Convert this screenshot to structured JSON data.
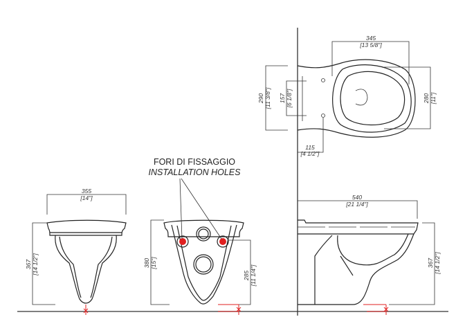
{
  "callout": {
    "line1": "FORI DI FISSAGGIO",
    "line2": "INSTALLATION HOLES"
  },
  "top_view": {
    "width": {
      "mm": "345",
      "in": "[13 5/8\"]"
    },
    "depth": {
      "mm": "290",
      "in": "[11 3/8\"]"
    },
    "holes_spacing": {
      "mm": "157",
      "in": "[6 1/8\"]"
    },
    "seat_width": {
      "mm": "280",
      "in": "[11\"]"
    },
    "hole_offset": {
      "mm": "115",
      "in": "[4 1/2\"]"
    }
  },
  "front_view": {
    "width": {
      "mm": "355",
      "in": "[14\"]"
    },
    "height": {
      "mm": "367",
      "in": "[14 1/2\"]"
    }
  },
  "rear_view": {
    "height": {
      "mm": "380",
      "in": "[15\"]"
    },
    "holes_height": {
      "mm": "285",
      "in": "[11 1/4\"]"
    }
  },
  "side_view": {
    "length": {
      "mm": "540",
      "in": "[21 1/4\"]"
    },
    "height": {
      "mm": "367",
      "in": "[14 1/2\"]"
    }
  },
  "colors": {
    "line": "#222222",
    "hole": "#e02020"
  }
}
